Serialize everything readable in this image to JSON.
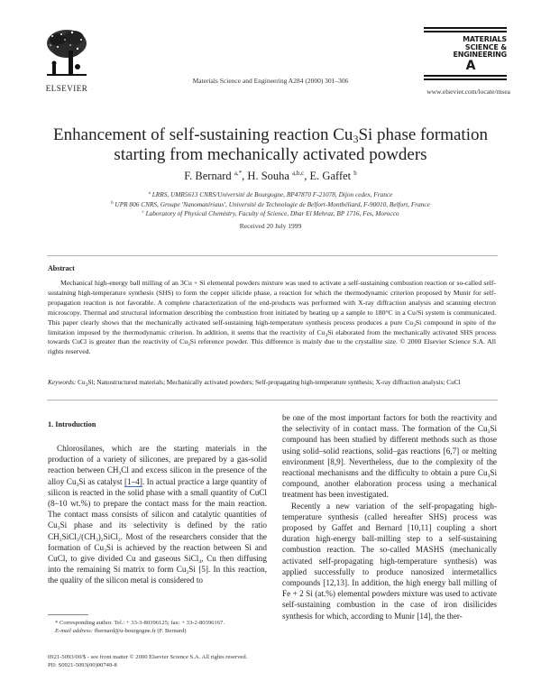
{
  "header": {
    "publisher_logo": "ELSEVIER",
    "journal_citation": "Materials Science and Engineering A284 (2000) 301–306",
    "journal_logo_lines": [
      "MATERIALS",
      "SCIENCE &",
      "ENGINEERING"
    ],
    "journal_logo_letter": "A",
    "journal_url": "www.elsevier.com/locate/msea"
  },
  "article": {
    "title_part1": "Enhancement of self-sustaining reaction Cu",
    "title_sub": "3",
    "title_part2": "Si phase formation starting from mechanically activated powders",
    "authors": [
      {
        "name": "F. Bernard",
        "sup": "a,*"
      },
      {
        "name": "H. Souha",
        "sup": "a,b,c"
      },
      {
        "name": "E. Gaffet",
        "sup": "b"
      }
    ],
    "affiliations": [
      {
        "mark": "a",
        "text": "LRRS, UMR5613 CNRS/Université de Bourgogne, BP47870 F-21078, Dijon cedex, France"
      },
      {
        "mark": "b",
        "text": "UPR 806 CNRS, Groupe 'Nanomatériaux', Université de Technologie de Belfort-Montbéliard, F-90010, Belfort, France"
      },
      {
        "mark": "c",
        "text": "Laboratory of Physical Chemistry, Faculty of Science, Dhar El Mehraz, BP 1716, Fes, Morocco"
      }
    ],
    "received": "Received 20 July 1999"
  },
  "abstract": {
    "heading": "Abstract",
    "text_1": "Mechanical high-energy ball milling of an 3Cu + Si elemental powders mixture was used to activate a self-sustaining combustion reaction or so-called self-sustaining high-temperature synthesis (SHS) to form the copper silicide phase, a reaction for which the thermodynamic criterion proposed by Munir for self-propagation reaction is not favorable. A complete characterization of the end-products was performed with X-ray diffraction analysis and scanning electron microscopy. Thermal and structural information describing the combustion front initiated by heating up a sample to 180°C in a Cu/Si system is communicated. This paper clearly shows that the mechanically activated self-sustaining high-temperature synthesis process produces a pure Cu",
    "text_2": "Si compound in spite of the limitation imposed by the thermodynamic criterion. In addition, it seems that the reactivity of Cu",
    "text_3": "Si elaborated from the mechanically activated SHS process towards CuCl is greater than the reactivity of Cu",
    "text_4": "Si reference powder. This difference is mainly due to the crystallite size. © 2000 Elsevier Science S.A. All rights reserved.",
    "sub3": "3",
    "keywords_label": "Keywords:",
    "keywords_1": " Cu",
    "keywords_2": "Si; Nanostructured materials; Mechanically activated powders; Self-propagating high-temperature synthesis; X-ray diffraction analysis; CuCl"
  },
  "introduction": {
    "heading": "1. Introduction",
    "left": {
      "t1": "Chlorosilanes, which are the starting materials in the production of a variety of silicones, are prepared by a gas-solid reaction between CH",
      "t2": "Cl and excess silicon in the presence of the alloy Cu",
      "t3": "Si as catalyst ",
      "cite1": "[1–4]",
      "t4": ". In actual practice a large quantity of silicon is reacted in the solid phase with a small quantity of CuCl (8–10 wt.%) to prepare the contact mass for the main reaction. The contact mass consists of silicon and catalytic quantities of Cu",
      "t5": "Si phase and its selectivity is defined by the ratio CH",
      "t6": "SiCl",
      "t7": "/(CH",
      "t8": ")",
      "t9": "SiCl",
      "t10": ". Most of the researchers consider that the formation of Cu",
      "t11": "Si is achieved by the reaction between Si and CuCl, to give divided Cu and gaseous SiCl",
      "t12": ", Cu then diffusing into the remaining Si matrix to form Cu",
      "t13": "Si [5]. In this reaction, the quality of the silicon metal is considered to"
    },
    "right": {
      "p1_a": "be one of the most important factors for both the reactivity and the selectivity of in contact mass. The formation of the Cu",
      "p1_b": "Si compound has been studied by different methods such as those using solid–solid reactions, solid–gas reactions [6,7] or melting environment [8,9]. Nevertheless, due to the complexity of the reactional mechanisms and the difficulty to obtain a pure Cu",
      "p1_c": "Si compound, another elaboration process using a mechanical treatment has been investigated.",
      "p2": "Recently a new variation of the self-propagating high-temperature synthesis (called hereafter SHS) process was proposed by Gaffet and Bernard [10,11] coupling a short duration high-energy ball-milling step to a self-sustaining combustion reaction. The so-called MASHS (mechanically activated self-propagating high-temperature synthesis) was applied successfully to produce nanosized intermetallics compounds [12,13]. In addition, the high energy ball milling of Fe + 2 Si (at.%) elemental powders mixture was used to activate self-sustaining combustion in the case of iron disilicides synthesis for which, according to Munir [14], the ther-"
    },
    "sub": {
      "three": "3",
      "two": "2",
      "four": "4"
    }
  },
  "footnotes": {
    "corresponding": "* Corresponding author. Tel.: + 33-3-80396125; fax: + 33-2-80396167.",
    "email_label": "E-mail address:",
    "email_value": " fbernard@u-bourgogne.fr (F. Bernard)",
    "front_matter": "0921-5093/00/$ - see front matter © 2000 Elsevier Science S.A. All rights reserved.",
    "pii": "PII: S0921-5093(00)00749-8"
  }
}
